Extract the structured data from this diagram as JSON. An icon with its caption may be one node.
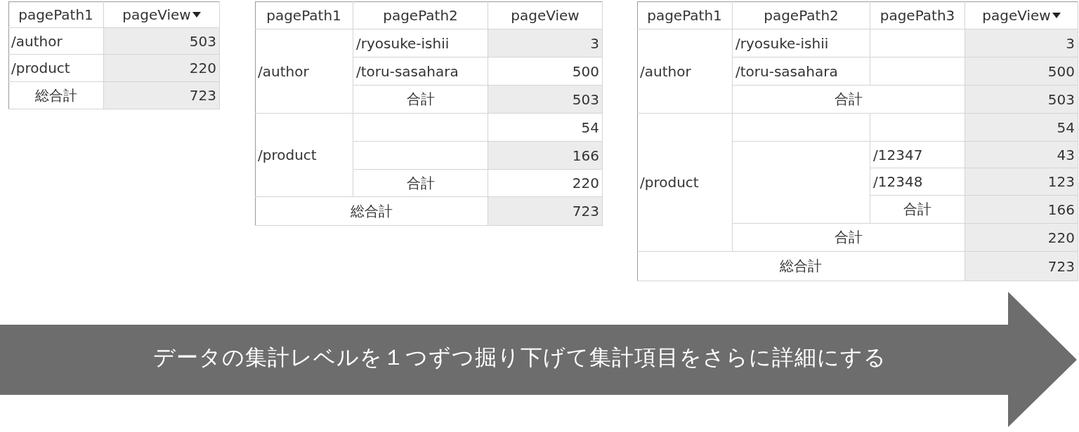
{
  "diagram": {
    "nodes": [
      {
        "text": [
          "データの集計レベルを１つずつ掘り下げて集計項目をさらに詳細にする"
        ]
      }
    ],
    "labels": [
      "pagePath1",
      "pageView",
      "/author",
      "503",
      "/product",
      "220",
      "総合計",
      "723",
      "pagePath1",
      "pagePath2",
      "pageView",
      "/author",
      "/ryosuke-ishii",
      "3",
      "/toru-sasahara",
      "500",
      "合計",
      "503",
      "/product",
      "54",
      "166",
      "合計",
      "220",
      "総合計",
      "723",
      "pagePath1",
      "pagePath2",
      "pagePath3",
      "pageView",
      "/author",
      "/ryosuke-ishii",
      "3",
      "/toru-sasahara",
      "500",
      "合計",
      "503",
      "/product",
      "54",
      "/12347",
      "43",
      "/12348",
      "123",
      "合計",
      "166",
      "合計",
      "220",
      "総合計",
      "723"
    ]
  }
}
